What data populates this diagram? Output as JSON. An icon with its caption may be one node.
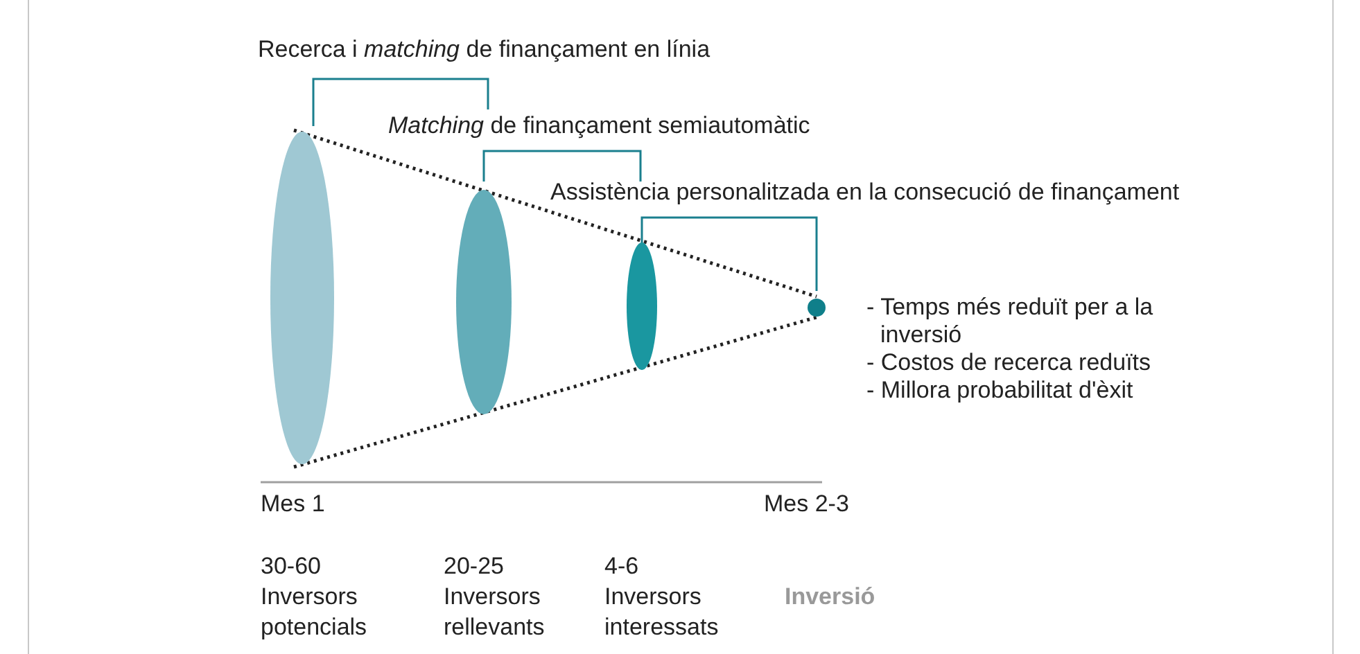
{
  "diagram": {
    "nodes": [
      {
        "text": [],
        "shape": "ellipse"
      },
      {
        "text": [],
        "shape": "ellipse"
      },
      {
        "text": [],
        "shape": "ellipse"
      },
      {
        "text": [],
        "shape": "circle"
      }
    ],
    "edges": [],
    "labels": [
      "Recerca i *matching* de finançament en línia",
      "*Matching* de finançament semiautomàtic",
      "Assistència personalitzada en la consecució de finançament",
      "- Temps més reduït per a la inversió",
      "- Costos de recerca reduïts",
      "- Millora probabilitat d'èxit",
      "Mes 1",
      "Mes 2-3",
      "30-60 Inversors potencials",
      "20-25 Inversors rellevants",
      "4-6 Inversors interessats",
      "Inversió"
    ]
  }
}
